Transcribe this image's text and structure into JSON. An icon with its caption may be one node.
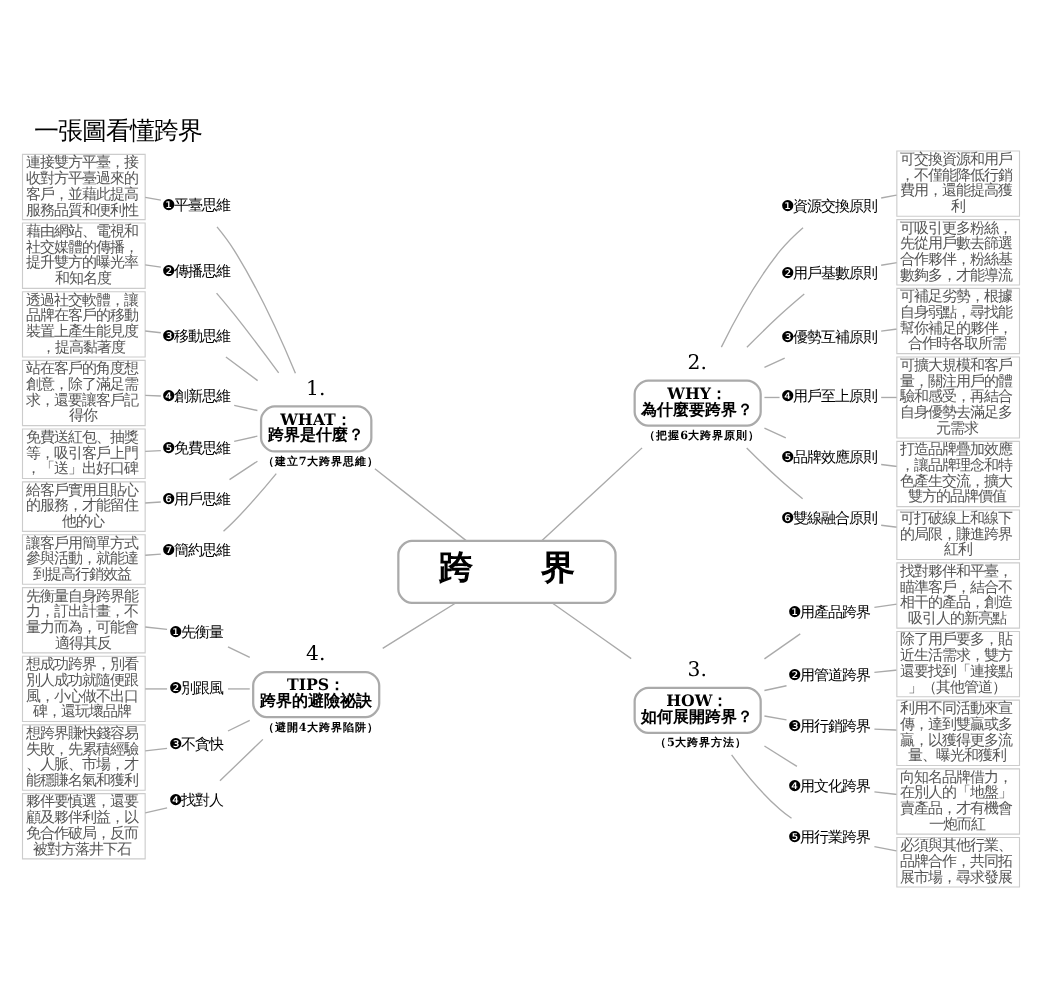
{
  "diagram": {
    "title": "一張圖看懂跨界",
    "nodes": [
      {
        "text": [
          "跨　　界"
        ]
      },
      {
        "text": [
          "WHAT：跨界是什麼？"
        ],
        "beside": [
          "1.",
          "（建立7大跨界思維）"
        ]
      },
      {
        "text": [
          "❶平臺思維"
        ]
      },
      {
        "text": [
          "連接雙方平臺，接收對方平臺過來的客戶，並藉此提高服務品質和便利性"
        ]
      },
      {
        "text": [
          "❷傳播思維"
        ]
      },
      {
        "text": [
          "藉由網站、電視和社交媒體的傳播，提升雙方的曝光率和知名度"
        ]
      },
      {
        "text": [
          "❸移動思維"
        ]
      },
      {
        "text": [
          "透過社交軟體，讓品牌在客戶的移動裝置上產生能見度，提高黏著度"
        ]
      },
      {
        "text": [
          "❹創新思維"
        ]
      },
      {
        "text": [
          "站在客戶的角度想創意，除了滿足需求，還要讓客戶記得你"
        ]
      },
      {
        "text": [
          "❺免費思維"
        ]
      },
      {
        "text": [
          "免費送紅包、抽獎等，吸引客戶上門，「送」出好口碑"
        ]
      },
      {
        "text": [
          "❻用戶思維"
        ]
      },
      {
        "text": [
          "給客戶實用且貼心的服務，才能留住他的心"
        ]
      },
      {
        "text": [
          "❼簡約思維"
        ]
      },
      {
        "text": [
          "讓客戶用簡單方式參與活動，就能達到提高行銷效益"
        ]
      },
      {
        "text": [
          "WHY：為什麼要跨界？"
        ],
        "beside": [
          "2.",
          "（把握6大跨界原則）"
        ]
      },
      {
        "text": [
          "❶資源交換原則"
        ]
      },
      {
        "text": [
          "可交換資源和用戶，不僅能降低行銷費用，還能提高獲利"
        ]
      },
      {
        "text": [
          "❷用戶基數原則"
        ]
      },
      {
        "text": [
          "可吸引更多粉絲，先從用戶數去篩選合作夥伴，粉絲基數夠多，才能導流"
        ]
      },
      {
        "text": [
          "❸優勢互補原則"
        ]
      },
      {
        "text": [
          "可補足劣勢，根據自身弱點，尋找能幫你補足的夥伴，合作時各取所需"
        ]
      },
      {
        "text": [
          "❹用戶至上原則"
        ]
      },
      {
        "text": [
          "可擴大規模和客戶量，關注用戶的體驗和感受，再結合自身優勢去滿足多元需求"
        ]
      },
      {
        "text": [
          "❺品牌效應原則"
        ]
      },
      {
        "text": [
          "打造品牌疊加效應，讓品牌理念和特色產生交流，擴大雙方的品牌價值"
        ]
      },
      {
        "text": [
          "❻雙線融合原則"
        ]
      },
      {
        "text": [
          "可打破線上和線下的局限，賺進跨界紅利"
        ]
      },
      {
        "text": [
          "HOW：如何展開跨界？"
        ],
        "beside": [
          "3.",
          "（5大跨界方法）"
        ]
      },
      {
        "text": [
          "❶用產品跨界"
        ]
      },
      {
        "text": [
          "找對夥伴和平臺，瞄準客戶，結合不相干的產品，創造吸引人的新亮點"
        ]
      },
      {
        "text": [
          "❷用管道跨界"
        ]
      },
      {
        "text": [
          "除了用戶要多，貼近生活需求，雙方還要找到「連接點」（其他管道）"
        ]
      },
      {
        "text": [
          "❸用行銷跨界"
        ]
      },
      {
        "text": [
          "利用不同活動來宣傳，達到雙贏或多贏，以獲得更多流量、曝光和獲利"
        ]
      },
      {
        "text": [
          "❹用文化跨界"
        ]
      },
      {
        "text": [
          "向知名品牌借力，在別人的「地盤」賣產品，才有機會一炮而紅"
        ]
      },
      {
        "text": [
          "❺用行業跨界"
        ]
      },
      {
        "text": [
          "必須與其他行業、品牌合作，共同拓展市場，尋求發展"
        ]
      },
      {
        "text": [
          "TIPS：跨界的避險祕訣"
        ],
        "beside": [
          "4.",
          "（避開4大跨界陷阱）"
        ]
      },
      {
        "text": [
          "❶先衡量"
        ]
      },
      {
        "text": [
          "先衡量自身跨界能力，訂出計畫，不量力而為，可能會適得其反"
        ]
      },
      {
        "text": [
          "❷別跟風"
        ]
      },
      {
        "text": [
          "想成功跨界，別看別人成功就隨便跟風，小心做不出口碑，還玩壞品牌"
        ]
      },
      {
        "text": [
          "❸不貪快"
        ]
      },
      {
        "text": [
          "想跨界賺快錢容易失敗，先累積經驗、人脈、市場，才能穩賺名氣和獲利"
        ]
      },
      {
        "text": [
          "❹找對人"
        ]
      },
      {
        "text": [
          "夥伴要慎選，還要顧及夥伴利益，以免合作破局，反而被對方落井下石"
        ]
      }
    ],
    "edges": [
      {
        "from": 0,
        "to": 1,
        "arrow": "none"
      },
      {
        "from": 0,
        "to": 16,
        "arrow": "none"
      },
      {
        "from": 0,
        "to": 29,
        "arrow": "none"
      },
      {
        "from": 0,
        "to": 40,
        "arrow": "none"
      },
      {
        "from": 1,
        "to": 2,
        "arrow": "none"
      },
      {
        "from": 2,
        "to": 3,
        "arrow": "none"
      },
      {
        "from": 1,
        "to": 4,
        "arrow": "none"
      },
      {
        "from": 4,
        "to": 5,
        "arrow": "none"
      },
      {
        "from": 1,
        "to": 6,
        "arrow": "none"
      },
      {
        "from": 6,
        "to": 7,
        "arrow": "none"
      },
      {
        "from": 1,
        "to": 8,
        "arrow": "none"
      },
      {
        "from": 8,
        "to": 9,
        "arrow": "none"
      },
      {
        "from": 1,
        "to": 10,
        "arrow": "none"
      },
      {
        "from": 10,
        "to": 11,
        "arrow": "none"
      },
      {
        "from": 1,
        "to": 12,
        "arrow": "none"
      },
      {
        "from": 12,
        "to": 13,
        "arrow": "none"
      },
      {
        "from": 1,
        "to": 14,
        "arrow": "none"
      },
      {
        "from": 14,
        "to": 15,
        "arrow": "none"
      },
      {
        "from": 16,
        "to": 17,
        "arrow": "none"
      },
      {
        "from": 17,
        "to": 18,
        "arrow": "none"
      },
      {
        "from": 16,
        "to": 19,
        "arrow": "none"
      },
      {
        "from": 19,
        "to": 20,
        "arrow": "none"
      },
      {
        "from": 16,
        "to": 21,
        "arrow": "none"
      },
      {
        "from": 21,
        "to": 22,
        "arrow": "none"
      },
      {
        "from": 16,
        "to": 23,
        "arrow": "none"
      },
      {
        "from": 23,
        "to": 24,
        "arrow": "none"
      },
      {
        "from": 16,
        "to": 25,
        "arrow": "none"
      },
      {
        "from": 25,
        "to": 26,
        "arrow": "none"
      },
      {
        "from": 16,
        "to": 27,
        "arrow": "none"
      },
      {
        "from": 27,
        "to": 28,
        "arrow": "none"
      },
      {
        "from": 29,
        "to": 30,
        "arrow": "none"
      },
      {
        "from": 30,
        "to": 31,
        "arrow": "none"
      },
      {
        "from": 29,
        "to": 32,
        "arrow": "none"
      },
      {
        "from": 32,
        "to": 33,
        "arrow": "none"
      },
      {
        "from": 29,
        "to": 34,
        "arrow": "none"
      },
      {
        "from": 34,
        "to": 35,
        "arrow": "none"
      },
      {
        "from": 29,
        "to": 36,
        "arrow": "none"
      },
      {
        "from": 36,
        "to": 37,
        "arrow": "none"
      },
      {
        "from": 29,
        "to": 38,
        "arrow": "none"
      },
      {
        "from": 38,
        "to": 39,
        "arrow": "none"
      },
      {
        "from": 40,
        "to": 41,
        "arrow": "none"
      },
      {
        "from": 41,
        "to": 42,
        "arrow": "none"
      },
      {
        "from": 40,
        "to": 43,
        "arrow": "none"
      },
      {
        "from": 43,
        "to": 44,
        "arrow": "none"
      },
      {
        "from": 40,
        "to": 45,
        "arrow": "none"
      },
      {
        "from": 45,
        "to": 46,
        "arrow": "none"
      },
      {
        "from": 40,
        "to": 47,
        "arrow": "none"
      },
      {
        "from": 47,
        "to": 48,
        "arrow": "none"
      }
    ]
  }
}
